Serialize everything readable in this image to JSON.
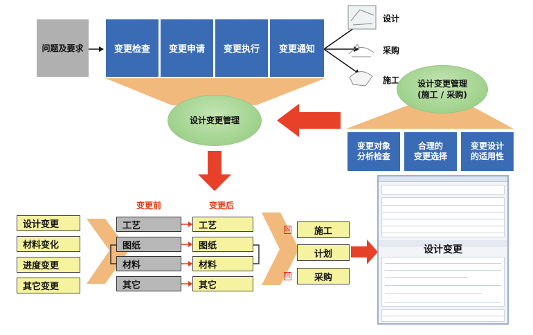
{
  "top_flow": {
    "start": "问题及要求",
    "steps": [
      "变更检查",
      "变更申请",
      "变更执行",
      "变更通知"
    ],
    "targets": [
      "设计",
      "采购",
      "施工"
    ]
  },
  "center_ellipse": "设计变更管理",
  "right_ellipse": {
    "line1": "设计变更管理",
    "line2": "(施工 / 采购)"
  },
  "right_boxes": [
    {
      "line1": "变更对象",
      "line2": "分析检查"
    },
    {
      "line1": "合理的",
      "line2": "变更选择"
    },
    {
      "line1": "变更设计",
      "line2": "的适用性"
    }
  ],
  "left_list": [
    "设计变更",
    "材料变化",
    "进度变更",
    "其它变更"
  ],
  "before_label": "变更前",
  "after_label": "变更后",
  "before_items": [
    "工艺",
    "图纸",
    "材料",
    "其它"
  ],
  "after_items": [
    "工艺",
    "图纸",
    "材料",
    "其它"
  ],
  "outputs": [
    "施工",
    "计划",
    "采购"
  ],
  "output_marks": [
    "☒",
    "☒"
  ],
  "screenshot": {
    "title": "设计变更"
  },
  "colors": {
    "blue": "#3a6cb5",
    "green": "#9fd28c",
    "yellow": "#f6f3a0",
    "red": "#e8412a",
    "funnel": "#f2b97c"
  }
}
